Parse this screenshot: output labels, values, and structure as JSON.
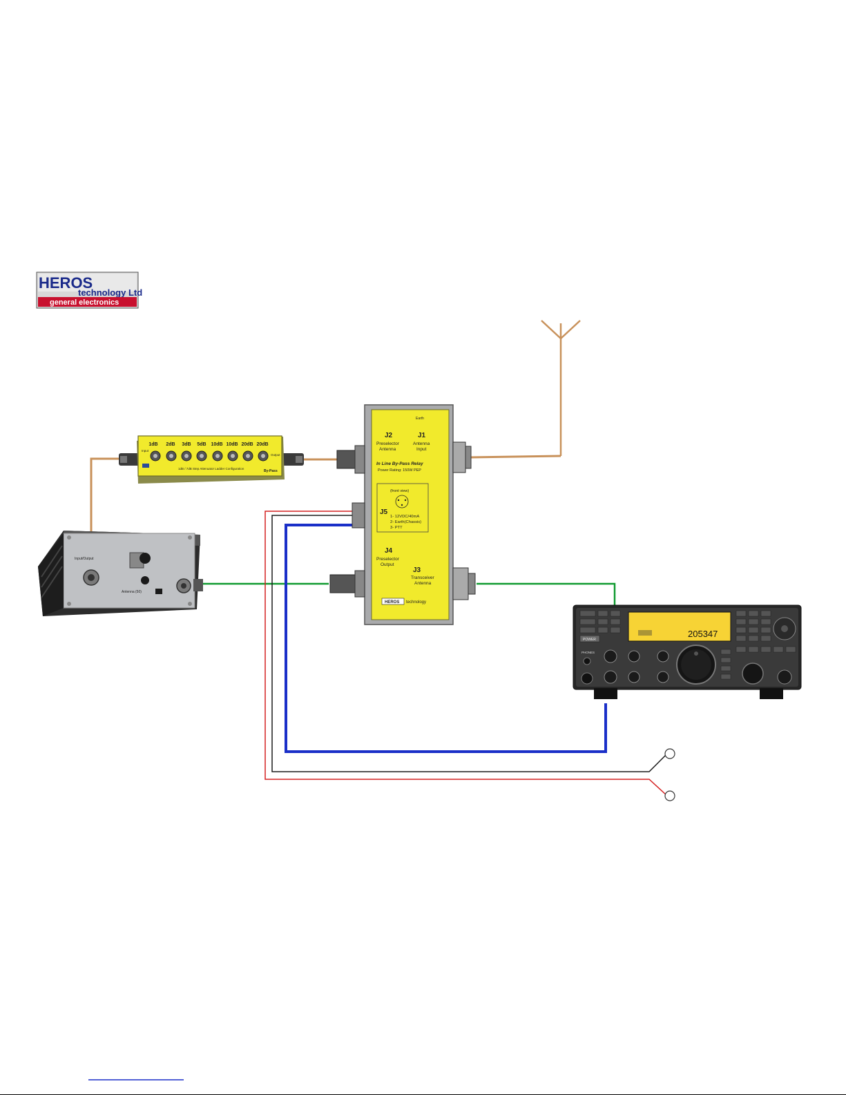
{
  "logo": {
    "brand": "HEROS",
    "line2": "technology Ltd",
    "line3": "general electronics"
  },
  "attenuator": {
    "steps": [
      "1dB",
      "2dB",
      "3dB",
      "5dB",
      "10dB",
      "10dB",
      "20dB",
      "20dB"
    ],
    "input_label": "Input",
    "output_label": "Output",
    "caption": "1dB / 7dB Step Attenuator Ladder Configuration",
    "bypass": "By-Pass"
  },
  "relay": {
    "earth": "Earth",
    "j2": "J2",
    "j2_desc1": "Preselector",
    "j2_desc2": "Antenna",
    "j1": "J1",
    "j1_desc1": "Antenna",
    "j1_desc2": "Input",
    "title": "In Line By-Pass Relay",
    "power": "Power Rating: 150W PEP",
    "front_view": "(front view)",
    "j5": "J5",
    "pin1": "1- 12VDC/40mA",
    "pin2": "2- Earth(Chassis)",
    "pin3": "3- PTT",
    "j4": "J4",
    "j4_desc1": "Preselector",
    "j4_desc2": "Output",
    "j3": "J3",
    "j3_desc1": "Transceiver",
    "j3_desc2": "Antenna",
    "brand": "HEROS",
    "brand_suffix": "technology"
  },
  "preselector": {
    "label_in": "Input/Output",
    "label_out": "Antenna (50)"
  },
  "radio": {
    "frequency": "205347",
    "power_button": "POWER",
    "phones": "PHONES"
  },
  "colors": {
    "antenna_line": "#c8915a",
    "rx_line": "#109a30",
    "dc_line": "#1a2fc8",
    "ptt_line": "#1a1a1a",
    "red_line": "#d42020",
    "device_yellow": "#f1ea2c",
    "logo_red": "#c8102e",
    "logo_blue": "#1a2a8a"
  }
}
